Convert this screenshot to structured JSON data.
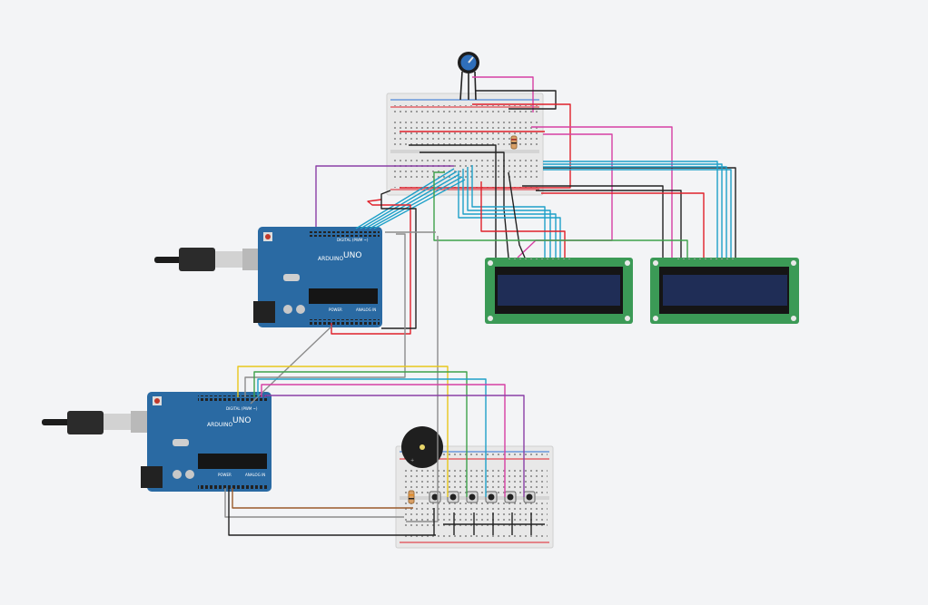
{
  "boards": [
    {
      "id": "arduino-top",
      "brand": "ARDUINO",
      "model": "UNO",
      "digital_label": "DIGITAL (PWM ~)",
      "power_label": "POWER",
      "analog_label": "ANALOG IN"
    },
    {
      "id": "arduino-bottom",
      "brand": "ARDUINO",
      "model": "UNO",
      "digital_label": "DIGITAL (PWM ~)",
      "power_label": "POWER",
      "analog_label": "ANALOG IN"
    }
  ],
  "lcds": [
    {
      "id": "lcd-left"
    },
    {
      "id": "lcd-right"
    }
  ],
  "buttons_count": 6,
  "colors": {
    "background": "#f3f4f6",
    "arduino_board": "#2a6aa3",
    "lcd_board": "#3b9a56",
    "lcd_screen": "#1f2d56",
    "breadboard": "#e6e6e6",
    "wire_red": "#e0202a",
    "wire_black": "#222222",
    "wire_magenta": "#d63fa4",
    "wire_cyan": "#1ea0c8",
    "wire_purple": "#8a3fa6",
    "wire_green": "#3da14a",
    "wire_yellow": "#e8c71c",
    "wire_gray": "#8c8c8c",
    "wire_brown": "#9a5a2a"
  }
}
